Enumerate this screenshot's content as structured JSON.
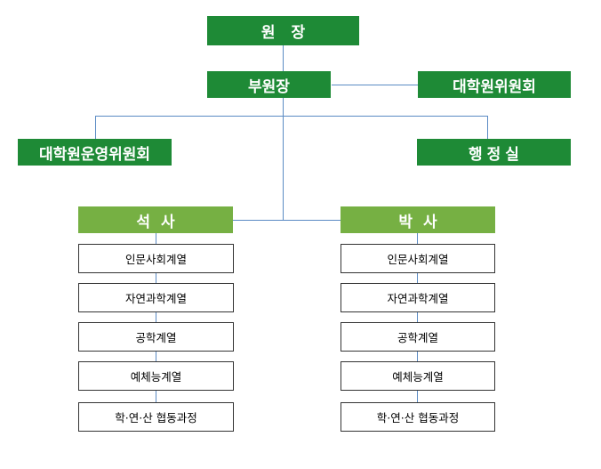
{
  "top": {
    "director": "원장",
    "vice_director": "부원장",
    "graduate_committee": "대학원위원회",
    "operation_committee": "대학원운영위원회",
    "admin_office": "행정실"
  },
  "masters": {
    "title": "석사",
    "departments": [
      "인문사회계열",
      "자연과학계열",
      "공학계열",
      "예체능계열",
      "학·연·산 협동과정"
    ]
  },
  "doctorate": {
    "title": "박사",
    "departments": [
      "인문사회계열",
      "자연과학계열",
      "공학계열",
      "예체능계열",
      "학·연·산 협동과정"
    ]
  },
  "colors": {
    "dark_green": "#1e8a36",
    "light_green": "#76b043",
    "connector_blue": "#5b8bc4"
  }
}
